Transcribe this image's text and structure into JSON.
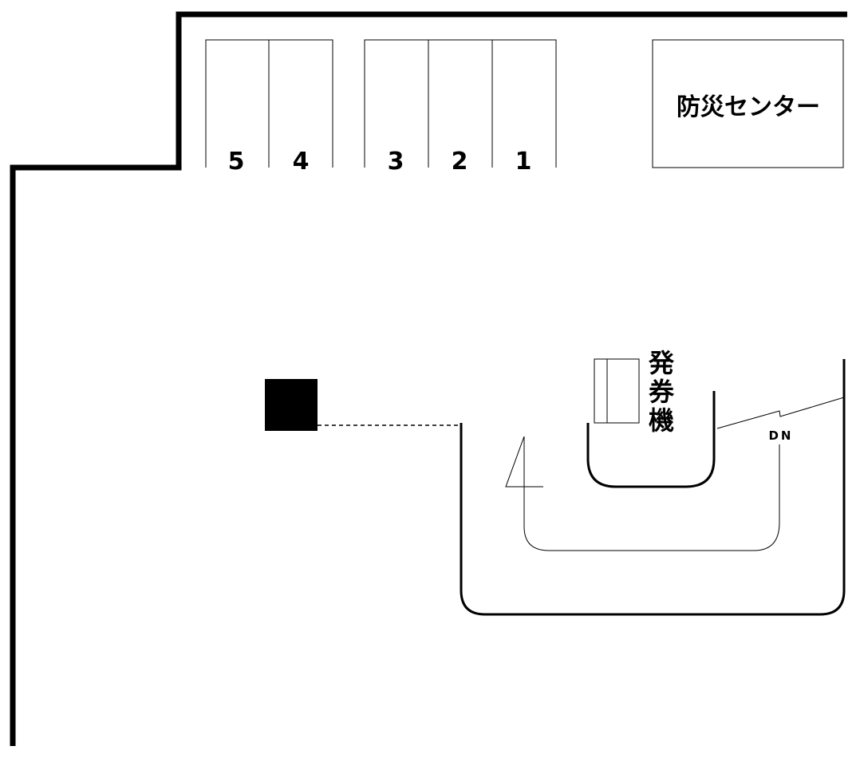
{
  "parking": {
    "stalls": [
      "5",
      "4",
      "3",
      "2",
      "1"
    ]
  },
  "disaster_center": {
    "label": "防災センター"
  },
  "ticket_machine": {
    "label_chars": [
      "発",
      "券",
      "機"
    ]
  },
  "stairs": {
    "direction_label": "DN"
  },
  "colors": {
    "line": "#000000",
    "background": "#ffffff"
  }
}
